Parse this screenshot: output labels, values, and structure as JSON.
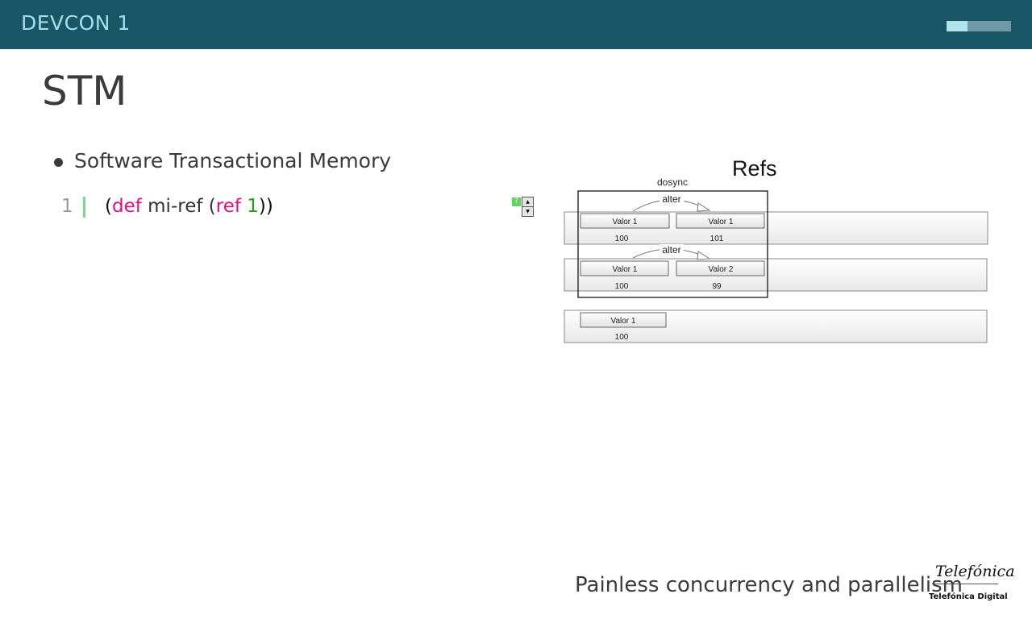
{
  "header": {
    "brand": "DEVCON 1",
    "progress_fraction": 0.33
  },
  "slide": {
    "title": "STM",
    "bullets": [
      "Software Transactional Memory"
    ]
  },
  "code_editor": {
    "line_number": "1",
    "tokens": {
      "open1": "(",
      "kw_def": "def",
      "name": " mi-ref ",
      "open2": "(",
      "kw_ref": "ref",
      "space": " ",
      "num": "1",
      "close": "))"
    },
    "help_label": "?",
    "spin_up": "▲",
    "spin_down": "▼"
  },
  "diagram": {
    "title": "Refs",
    "dosync_label": "dosync",
    "alter_label": "alter",
    "rows": [
      {
        "left": {
          "label": "Valor 1",
          "value": "100"
        },
        "right": {
          "label": "Valor 1",
          "value": "101"
        }
      },
      {
        "left": {
          "label": "Valor 1",
          "value": "100"
        },
        "right": {
          "label": "Valor 2",
          "value": "99"
        }
      },
      {
        "left": {
          "label": "Valor 1",
          "value": "100"
        }
      }
    ]
  },
  "footer": {
    "tagline": "Painless concurrency and parallelism",
    "logo_script": "Telefónica",
    "logo_sub": "Telefónica Digital"
  },
  "colors": {
    "header_bg": "#1a5766",
    "brand_text": "#a7dde8",
    "keyword": "#e0107a",
    "number": "#19a019",
    "gutter": "#7bd88b"
  }
}
